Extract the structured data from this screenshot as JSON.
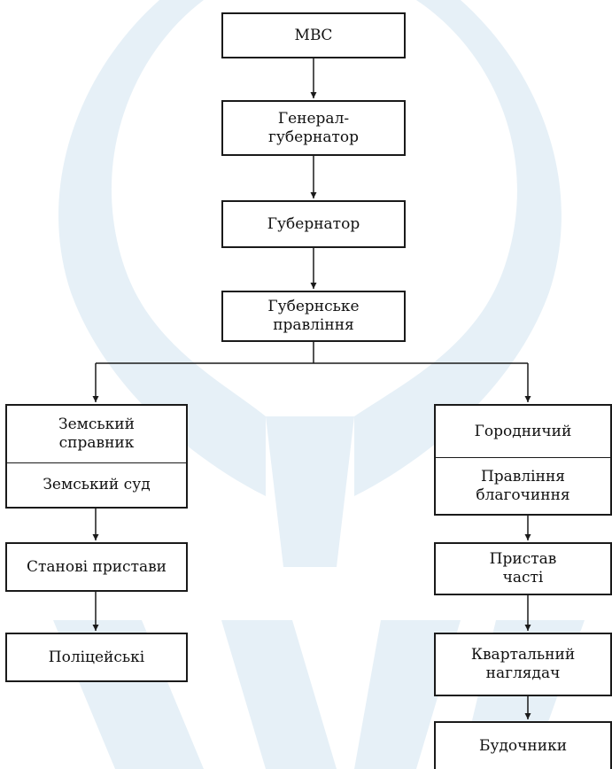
{
  "nodes": {
    "mvs": "МВС",
    "gen_gov": "Генерал-\nгубернатор",
    "governor": "Губернатор",
    "gub_board": "Губернське\nправління",
    "zemsky_ispravnik": "Земський\nсправник",
    "zemsky_court": "Земський суд",
    "stanovi": "Станові пристави",
    "police": "Поліцейські",
    "gorodnichy": "Городничий",
    "blagochinia": "Правління\nблагочиння",
    "pristav": "Пристав\nчасті",
    "kvartalny": "Квартальний\nнаглядач",
    "budochniki": "Будочники"
  }
}
